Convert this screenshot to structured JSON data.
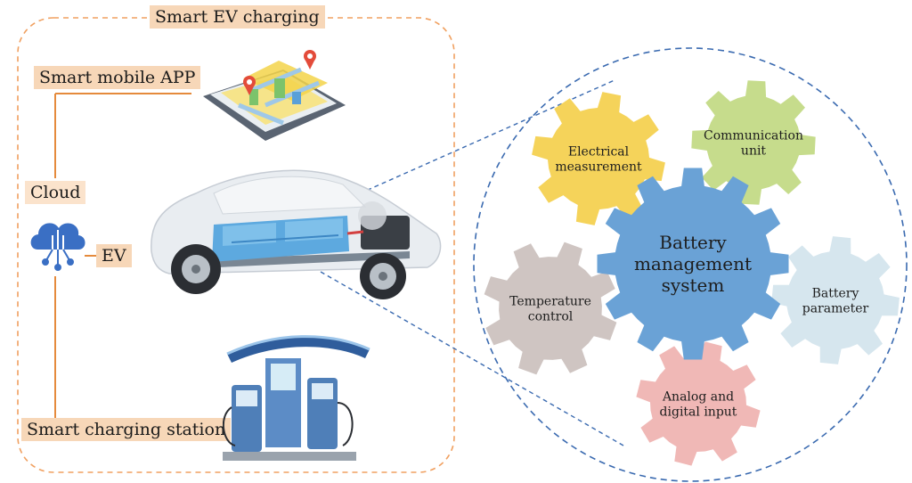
{
  "labels": {
    "title": "Smart EV charging",
    "app": "Smart mobile APP",
    "cloud": "Cloud",
    "ev": "EV",
    "station": "Smart charging station"
  },
  "gears": {
    "center": [
      "Battery",
      "management",
      "system"
    ],
    "electrical": [
      "Electrical",
      "measurement"
    ],
    "communication": [
      "Communication",
      "unit"
    ],
    "temperature": [
      "Temperature",
      "control"
    ],
    "battery_param": [
      "Battery",
      "parameter"
    ],
    "analog": [
      "Analog and",
      "digital input"
    ]
  },
  "colors": {
    "dash_orange": "#f0a060",
    "line_orange": "#e58a3c",
    "label_bg": "#f7d7b8",
    "dash_blue": "#3a6ab0",
    "gear_center": "#6aa2d6",
    "gear_electrical": "#f5d35a",
    "gear_communication": "#c6dc8c",
    "gear_temperature": "#cfc5c2",
    "gear_battery": "#d6e6ee",
    "gear_analog": "#f0b8b6",
    "cloud_icon": "#3a6fc4"
  }
}
